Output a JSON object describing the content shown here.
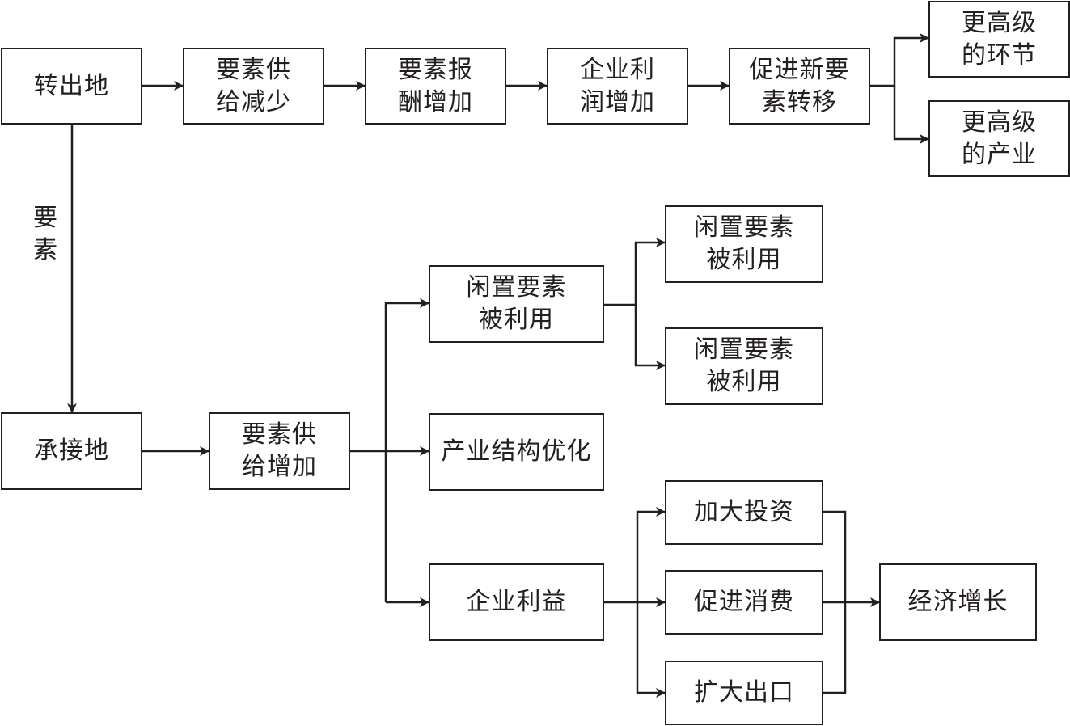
{
  "diagram": {
    "nodes": {
      "source_region": "转出地",
      "supply_decrease": "要素供\n给减少",
      "reward_increase": "要素报\n酬增加",
      "profit_increase": "企业利\n润增加",
      "promote_transfer": "促进新要\n素转移",
      "higher_link": "更高级\n的环节",
      "higher_industry": "更高级\n的产业",
      "receiving_region": "承接地",
      "supply_increase": "要素供\n给增加",
      "idle_used_main": "闲置要素\n被利用",
      "idle_used_a": "闲置要素\n被利用",
      "idle_used_b": "闲置要素\n被利用",
      "structure_opt": "产业结构优化",
      "enterprise_benefit": "企业利益",
      "more_investment": "加大投资",
      "promote_consumption": "促进消费",
      "expand_export": "扩大出口",
      "economic_growth": "经济增长"
    },
    "edge_label_elements": "要\n素"
  }
}
